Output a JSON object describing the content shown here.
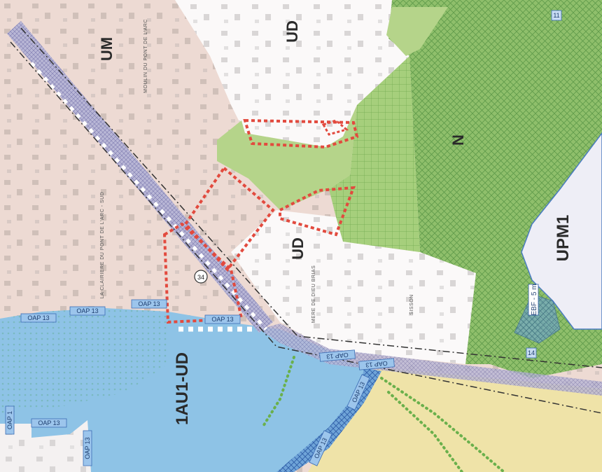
{
  "zones": {
    "um": "UM",
    "ud_top": "UD",
    "ud_mid": "UD",
    "n": "N",
    "upm1": "UPM1",
    "au": "1AU1-UD"
  },
  "oap_label": "OAP 13",
  "oap_short": "OAP 1",
  "ebf": "EBF - 5 m",
  "route": "34",
  "parcel_1": "11",
  "parcel_2": "14",
  "streets": {
    "clairiere": "LA CLAIRIERE DU PONT DE L'ARC - SUD",
    "moulin": "MOULIN DU PONT DE L'ARC",
    "mere": "MERE DE DIEU BRIAS",
    "sisson": "SISSON"
  },
  "colors": {
    "um_zone": "#eddad3",
    "ud_zone": "#fbf9f9",
    "n_zone": "#8fbf6b",
    "light_green": "#b5d48a",
    "blue_zone": "#8ec3e6",
    "yellow_zone": "#efe3a8",
    "upm1_zone": "#eeeef6",
    "red_dash": "#e24a3e",
    "road": "#a9a7c9"
  }
}
